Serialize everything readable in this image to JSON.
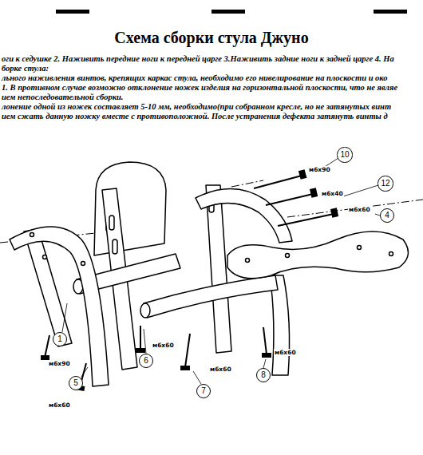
{
  "diagram": {
    "title": "Схема сборки стула Джуно",
    "nodes": [
      {
        "text": [
          "10"
        ]
      },
      {
        "text": [
          "12"
        ]
      },
      {
        "text": [
          "4"
        ]
      },
      {
        "text": [
          "1"
        ]
      },
      {
        "text": [
          "6"
        ]
      },
      {
        "text": [
          "7"
        ]
      },
      {
        "text": [
          "5"
        ]
      },
      {
        "text": [
          "8"
        ]
      }
    ],
    "edges": [],
    "labels": [
      "оги к седушке 2. Наживить передние ноги к передней царге 3.Наживить задние ноги к задней царге 4. На",
      "борке стула:",
      "льного наживления винтов, крепящих каркас стула, необходимо его нивелирование на плоскости и око",
      "1. В противном случае возможно отклонение ножек изделия на горизонтальной плоскости, что не являе",
      "ием непоследовательной сборки.",
      "лонение одной из ножек составляет 5-10 мм, необходимо(при собранном кресле, но не затянутых винт",
      "ием сжать данную ножку вместе с противоположной. После устранения дефекта затянуть винты д",
      "м6х90",
      "м6х40",
      "м6х60",
      "м6х90",
      "м6х60",
      "м6х60",
      "м6х60",
      "м6х60"
    ]
  }
}
